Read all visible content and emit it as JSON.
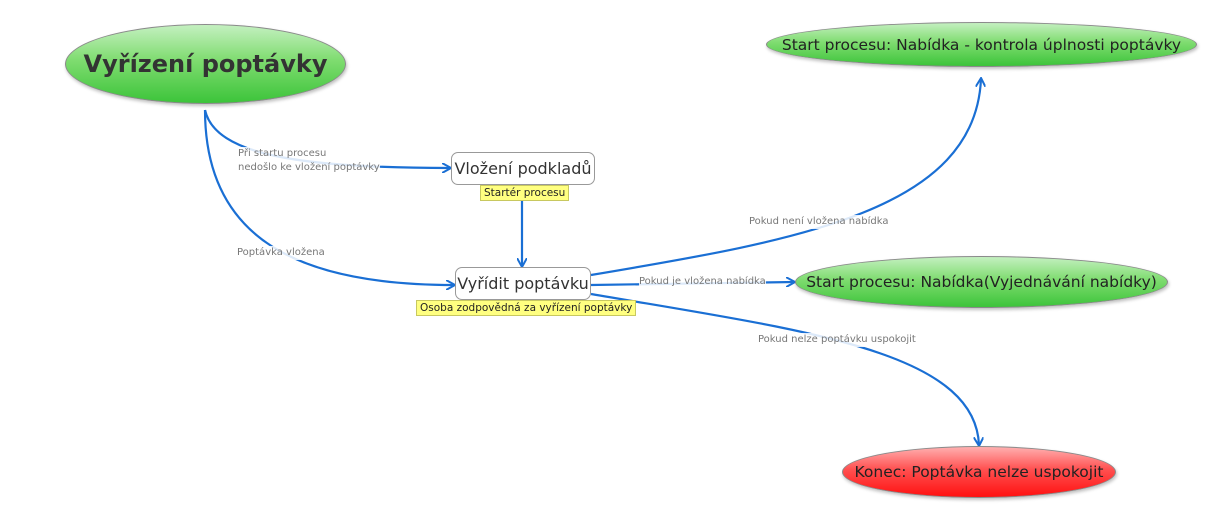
{
  "nodes": {
    "root": "Vyřízení poptávky",
    "insert_docs": "Vložení podkladů",
    "insert_docs_note": "Startér procesu",
    "handle_request": "Vyřídit poptávku",
    "handle_request_note": "Osoba zodpovědná za vyřízení poptávky",
    "start_check": "Start procesu: Nabídka - kontrola úplnosti poptávky",
    "start_negotiation": "Start procesu: Nabídka(Vyjednávání nabídky)",
    "end": "Konec: Poptávka nelze uspokojit"
  },
  "edges": {
    "not_inserted_line1": "Při startu procesu",
    "not_inserted_line2": "nedošlo ke vložení poptávky",
    "inserted": "Poptávka vložena",
    "offer_not_inserted": "Pokud není vložena nabídka",
    "offer_inserted": "Pokud je vložena nabídka",
    "cannot_satisfy": "Pokud nelze poptávku uspokojit"
  },
  "colors": {
    "edge": "#1a6fd4",
    "start": "#3cc43a",
    "end": "#ff1010",
    "note": "#ffff80"
  }
}
